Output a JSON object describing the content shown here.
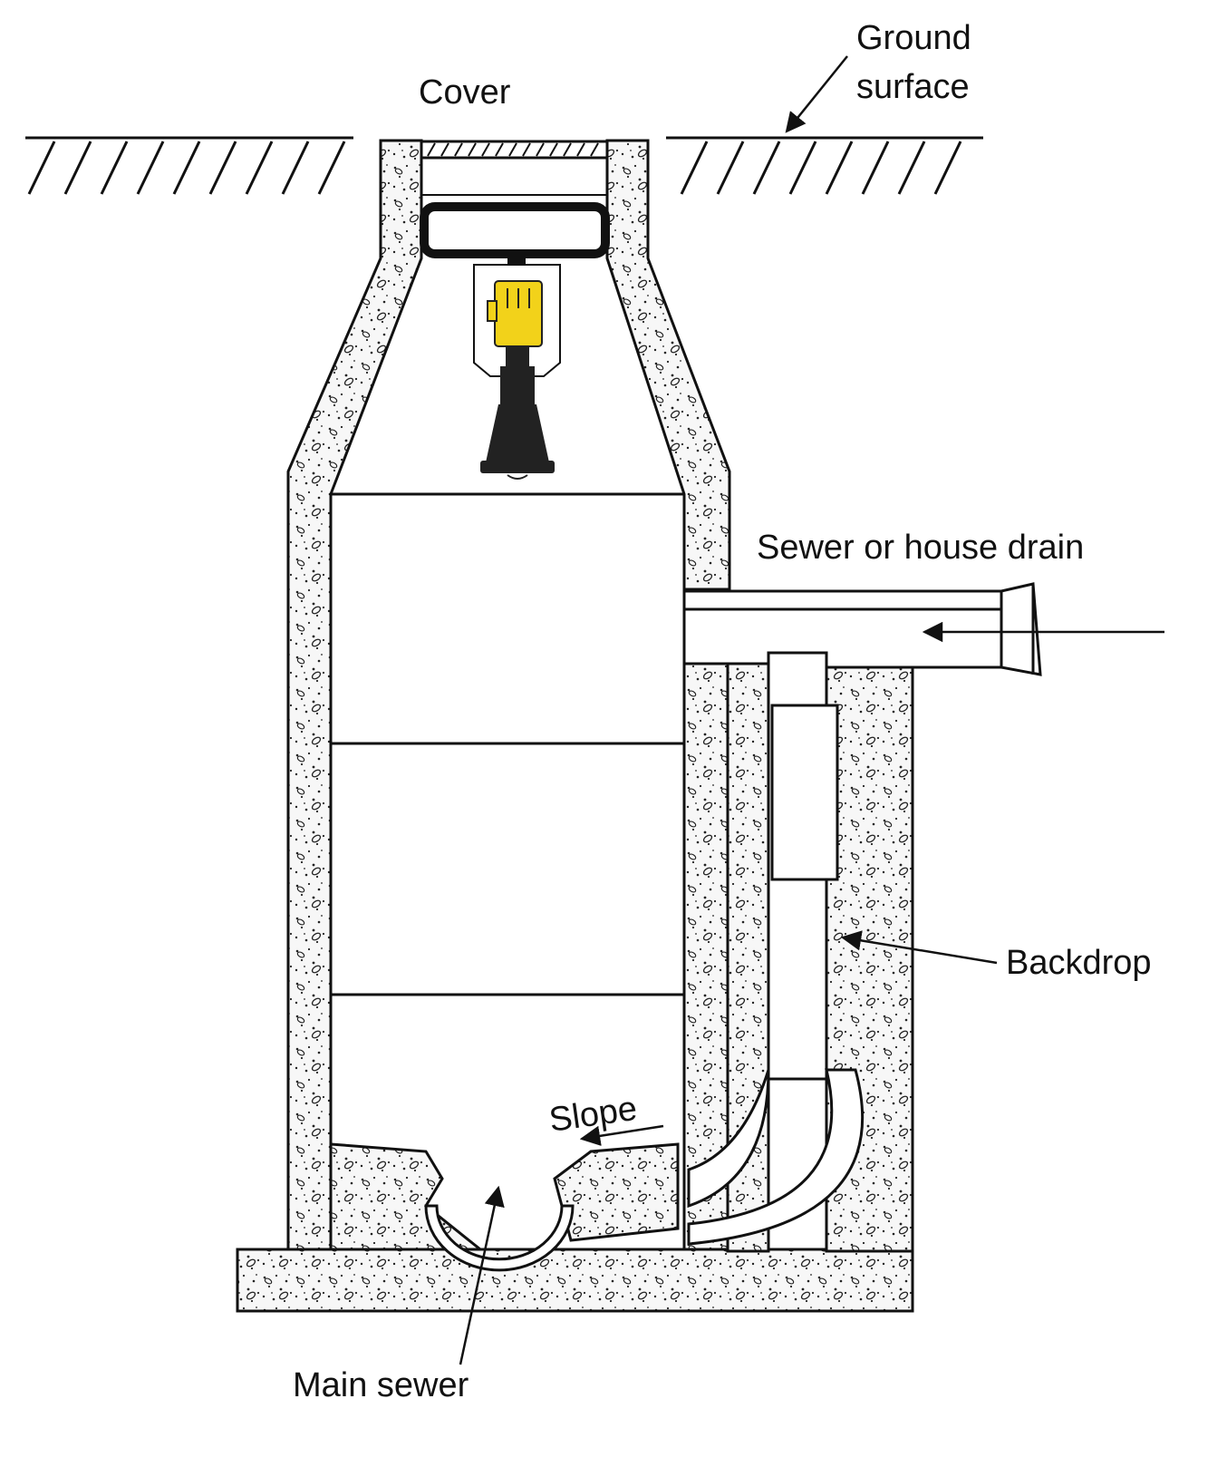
{
  "labels": {
    "cover": "Cover",
    "ground_line1": "Ground",
    "ground_line2": "surface",
    "sewer_drain": "Sewer or house drain",
    "backdrop": "Backdrop",
    "slope": "Slope",
    "main_sewer": "Main sewer"
  },
  "colors": {
    "line": "#111111",
    "concrete": "#f7f7f7",
    "sensor_body": "#f2d21a",
    "sensor_dark": "#222222",
    "background": "#ffffff"
  }
}
